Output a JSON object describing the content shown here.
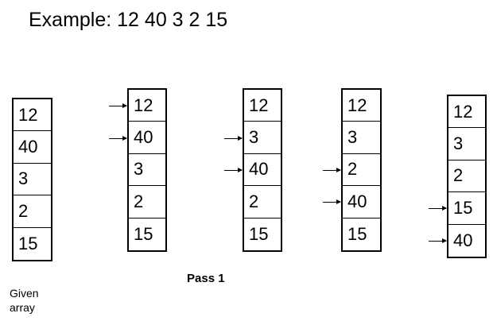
{
  "title": "Example: 12 40 3 2 15",
  "arrays": [
    {
      "values": [
        "12",
        "40",
        "3",
        "2",
        "15"
      ],
      "arrows": []
    },
    {
      "values": [
        "12",
        "40",
        "3",
        "2",
        "15"
      ],
      "arrows": [
        0,
        1
      ]
    },
    {
      "values": [
        "12",
        "3",
        "40",
        "2",
        "15"
      ],
      "arrows": [
        1,
        2
      ]
    },
    {
      "values": [
        "12",
        "3",
        "2",
        "40",
        "15"
      ],
      "arrows": [
        2,
        3
      ]
    },
    {
      "values": [
        "12",
        "3",
        "2",
        "15",
        "40"
      ],
      "arrows": [
        3,
        4
      ]
    }
  ],
  "captions": {
    "given": [
      "Given",
      "array"
    ],
    "pass": "Pass 1"
  }
}
